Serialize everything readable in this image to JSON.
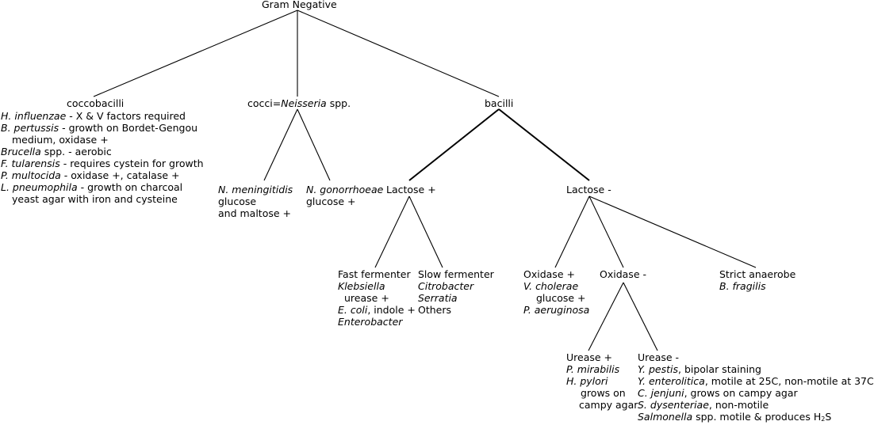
{
  "root": {
    "label": "Gram Negative"
  },
  "coccobacilli": {
    "label": "coccobacilli",
    "items": [
      {
        "name": "H. influenzae",
        "desc": " - X & V factors required"
      },
      {
        "name": "B. pertussis",
        "desc": " - growth on Bordet-Gengou"
      },
      {
        "name": "",
        "desc": "medium, oxidase +"
      },
      {
        "name": "Brucella",
        "desc": " spp. - aerobic"
      },
      {
        "name": "F. tularensis",
        "desc": " - requires cystein for growth"
      },
      {
        "name": "P. multocida",
        "desc": " - oxidase +, catalase +"
      },
      {
        "name": "L. pneumophila",
        "desc": " - growth on charcoal"
      },
      {
        "name": "",
        "desc": "yeast agar with iron and cysteine"
      }
    ]
  },
  "cocci": {
    "prefix": "cocci=",
    "name": "Neisseria",
    "suffix": " spp."
  },
  "bacilli": {
    "label": "bacilli"
  },
  "meningitidis": {
    "name": "N. meningitidis",
    "line2": "glucose",
    "line3": "and maltose +"
  },
  "gonorrhoeae": {
    "name": "N. gonorrhoeae",
    "line2": "glucose +"
  },
  "lactose_pos": {
    "label": "Lactose +"
  },
  "lactose_neg": {
    "label": "Lactose -"
  },
  "fast_fermenter": {
    "label": "Fast fermenter",
    "l1": "Klebsiella",
    "l2": "urease +",
    "l3_name": "E. coli",
    "l3_desc": ", indole +",
    "l4": "Enterobacter"
  },
  "slow_fermenter": {
    "label": "Slow fermenter",
    "l1": "Citrobacter",
    "l2": "Serratia",
    "l3": "Others"
  },
  "oxidase_pos": {
    "label": "Oxidase +",
    "l1": "V. cholerae",
    "l2": "glucose +",
    "l3": "P. aeruginosa"
  },
  "oxidase_neg": {
    "label": "Oxidase -"
  },
  "strict_anaerobe": {
    "label": "Strict anaerobe",
    "l1": "B. fragilis"
  },
  "urease_pos": {
    "label": "Urease +",
    "l1": "P. mirabilis",
    "l2": "H. pylori",
    "l3": "grows on",
    "l4": "campy agar"
  },
  "urease_neg": {
    "label": "Urease -",
    "l1_name": "Y. pestis",
    "l1_desc": ", bipolar staining",
    "l2_name": "Y. enterolitica",
    "l2_desc": ", motile at 25C, non-motile at 37C",
    "l3_name": "C. jenjuni",
    "l3_desc": ", grows on campy agar",
    "l4_name": "S. dysenteriae",
    "l4_desc": ", non-motile",
    "l5_name": "Salmonella",
    "l5_desc": " spp. motile & produces H",
    "l5_sub": "2",
    "l5_end": "S"
  },
  "colors": {
    "line": "#000000",
    "text": "#000000",
    "background": "#ffffff"
  }
}
